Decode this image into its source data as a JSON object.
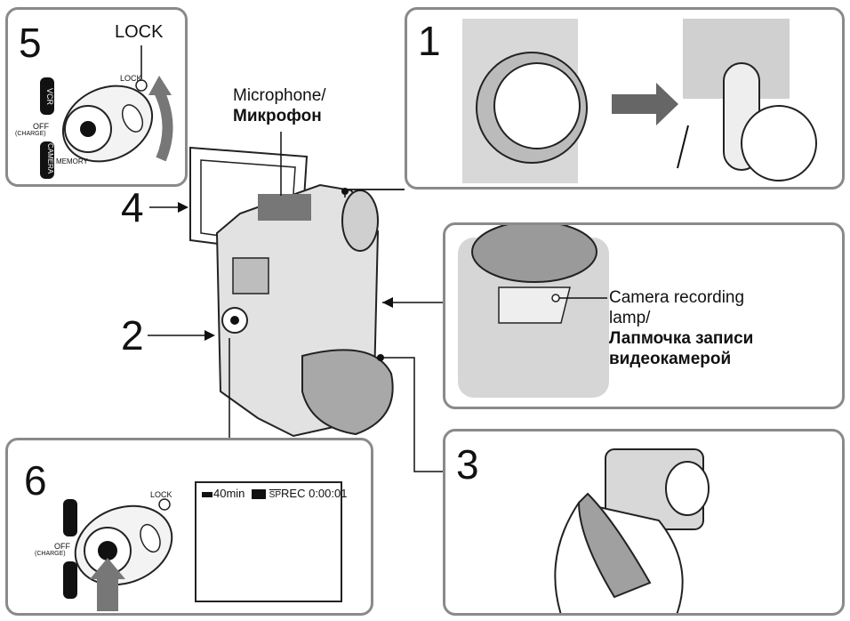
{
  "steps": {
    "s1": "1",
    "s2": "2",
    "s3": "3",
    "s4": "4",
    "s5": "5",
    "s6": "6"
  },
  "labels": {
    "lock": "LOCK",
    "microphone_en": "Microphone/",
    "microphone_ru": "Микрофон",
    "lamp_en_1": "Camera recording",
    "lamp_en_2": "lamp/",
    "lamp_ru_1": "Лапмочка записи",
    "lamp_ru_2": "видеокамерой"
  },
  "switch": {
    "vcr": "VCR",
    "off": "OFF",
    "charge": "(CHARGE)",
    "camera": "CAMERA",
    "memory": "MEMORY",
    "lock_small": "LOCK"
  },
  "lcd": {
    "battery": "40min",
    "tape_mode": "SP",
    "rec": "REC",
    "counter": "0:00:01"
  }
}
